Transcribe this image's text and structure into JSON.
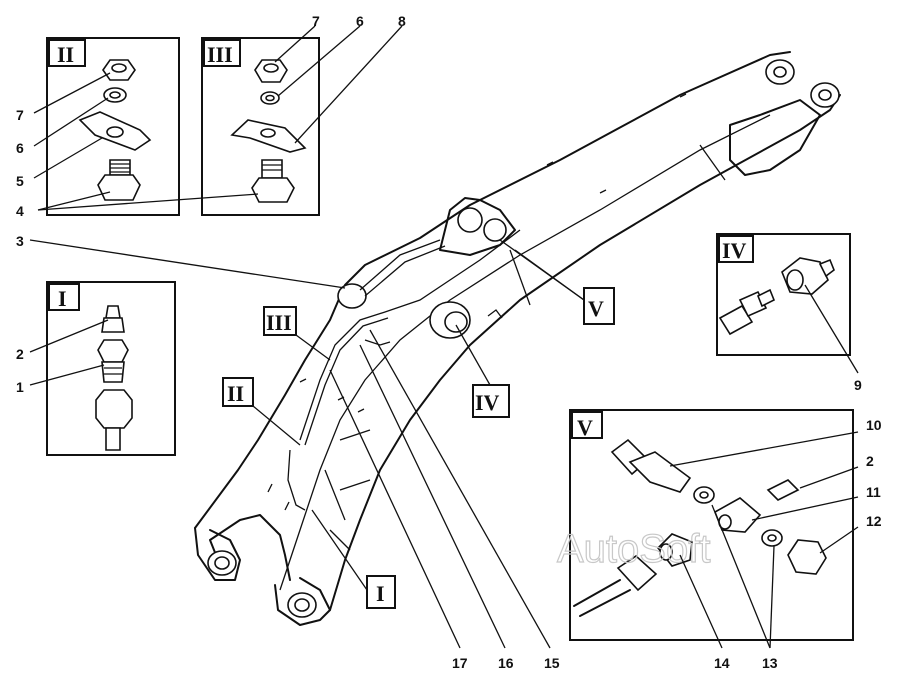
{
  "insets": {
    "I": "I",
    "II": "II",
    "III": "III",
    "IV": "IV",
    "V": "V"
  },
  "callouts": {
    "I": "I",
    "II": "II",
    "III": "III",
    "IV": "IV",
    "V": "V"
  },
  "numbers": {
    "n1": "1",
    "n2": "2",
    "n2b": "2",
    "n3": "3",
    "n4": "4",
    "n5": "5",
    "n6a": "6",
    "n6b": "6",
    "n7a": "7",
    "n7b": "7",
    "n8": "8",
    "n9": "9",
    "n10": "10",
    "n11": "11",
    "n12": "12",
    "n13": "13",
    "n14": "14",
    "n15": "15",
    "n16": "16",
    "n17": "17"
  },
  "watermark": "AutoSoft"
}
